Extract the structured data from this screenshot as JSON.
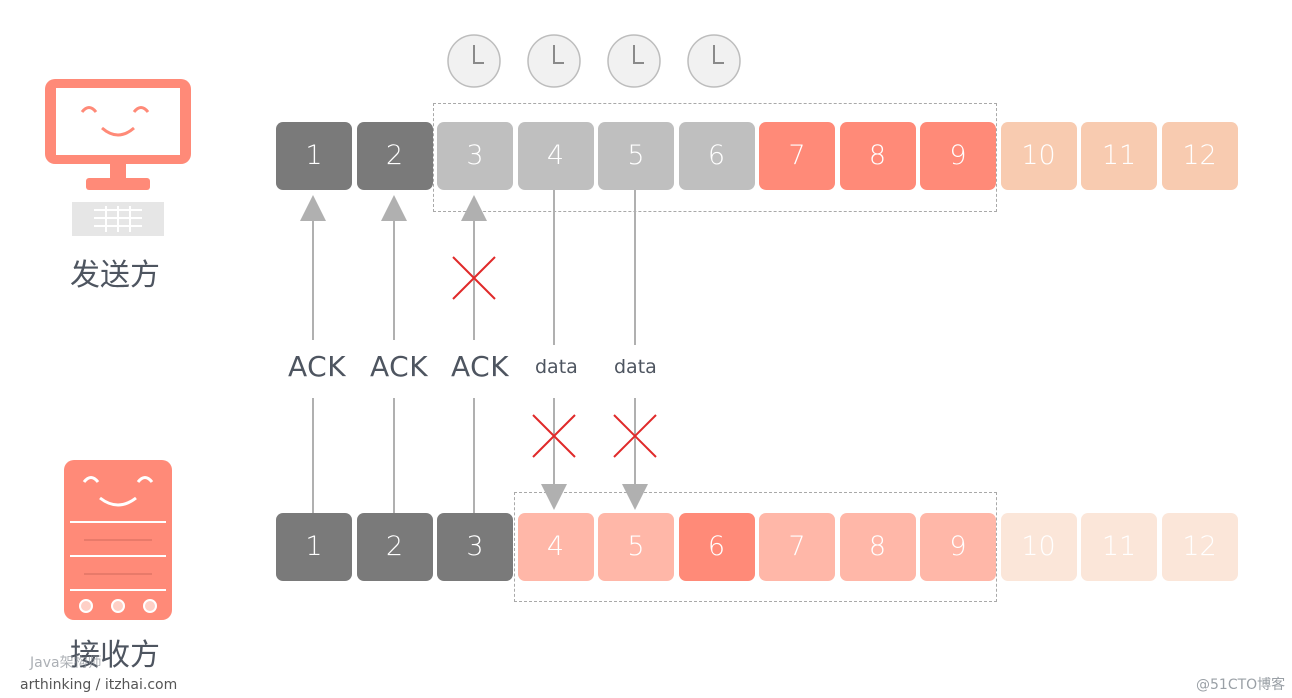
{
  "sender": {
    "label": "发送方",
    "packets": [
      "1",
      "2",
      "3",
      "4",
      "5",
      "6",
      "7",
      "8",
      "9",
      "10",
      "11",
      "12"
    ],
    "packet_states": [
      "acked",
      "acked",
      "sent",
      "sent",
      "sent",
      "sent",
      "usable",
      "usable",
      "usable",
      "unusable",
      "unusable",
      "unusable"
    ]
  },
  "receiver": {
    "label": "接收方",
    "packets": [
      "1",
      "2",
      "3",
      "4",
      "5",
      "6",
      "7",
      "8",
      "9",
      "10",
      "11",
      "12"
    ],
    "packet_states": [
      "received",
      "received",
      "received",
      "window",
      "window",
      "window-received",
      "window",
      "window",
      "window",
      "outside",
      "outside",
      "outside"
    ]
  },
  "messages": [
    {
      "label": "ACK",
      "lost": false
    },
    {
      "label": "ACK",
      "lost": false
    },
    {
      "label": "ACK",
      "lost": true
    },
    {
      "label": "data",
      "lost": true
    },
    {
      "label": "data",
      "lost": true
    }
  ],
  "timers": [
    "clock-icon",
    "clock-icon",
    "clock-icon",
    "clock-icon"
  ],
  "watermarks": {
    "left_top": "Java架构师",
    "left_bottom": "arthinking / itzhai.com",
    "right": "@51CTO博客"
  },
  "colors": {
    "acked": "#7a7a7a",
    "sent": "#bfbfbf",
    "usable": "#ff8a78",
    "unusable": "#f8cbb0",
    "received": "#7a7a7a",
    "window": "#ffb7a8",
    "window_received": "#ff8a78",
    "outside": "#fbe6d9",
    "arrow": "#b0b0b0",
    "lost_mark": "#e02a2a"
  }
}
